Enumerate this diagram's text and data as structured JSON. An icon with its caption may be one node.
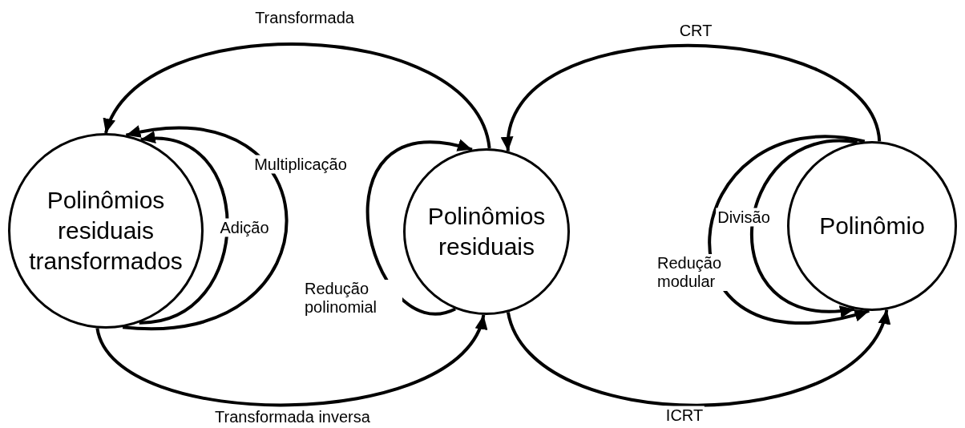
{
  "diagram": {
    "nodes": [
      {
        "text": [
          "Polinômios residuais transformados"
        ]
      },
      {
        "text": [
          "Polinômios residuais"
        ]
      },
      {
        "text": [
          "Polinômio"
        ]
      }
    ],
    "edges": [
      {
        "from": 1,
        "to": 0,
        "arrow": "to",
        "label": "Transformada"
      },
      {
        "from": 0,
        "to": 0,
        "arrow": "to",
        "label": "Multiplicação"
      },
      {
        "from": 0,
        "to": 0,
        "arrow": "to",
        "label": "Adição"
      },
      {
        "from": 1,
        "to": 1,
        "arrow": "to",
        "label": "Redução polinomial"
      },
      {
        "from": 0,
        "to": 1,
        "arrow": "to",
        "label": "Transformada inversa"
      },
      {
        "from": 2,
        "to": 1,
        "arrow": "to",
        "label": "CRT"
      },
      {
        "from": 2,
        "to": 2,
        "arrow": "to",
        "label": "Divisão"
      },
      {
        "from": 2,
        "to": 2,
        "arrow": "to",
        "label": "Redução modular"
      },
      {
        "from": 1,
        "to": 2,
        "arrow": "to",
        "label": "ICRT"
      }
    ]
  }
}
